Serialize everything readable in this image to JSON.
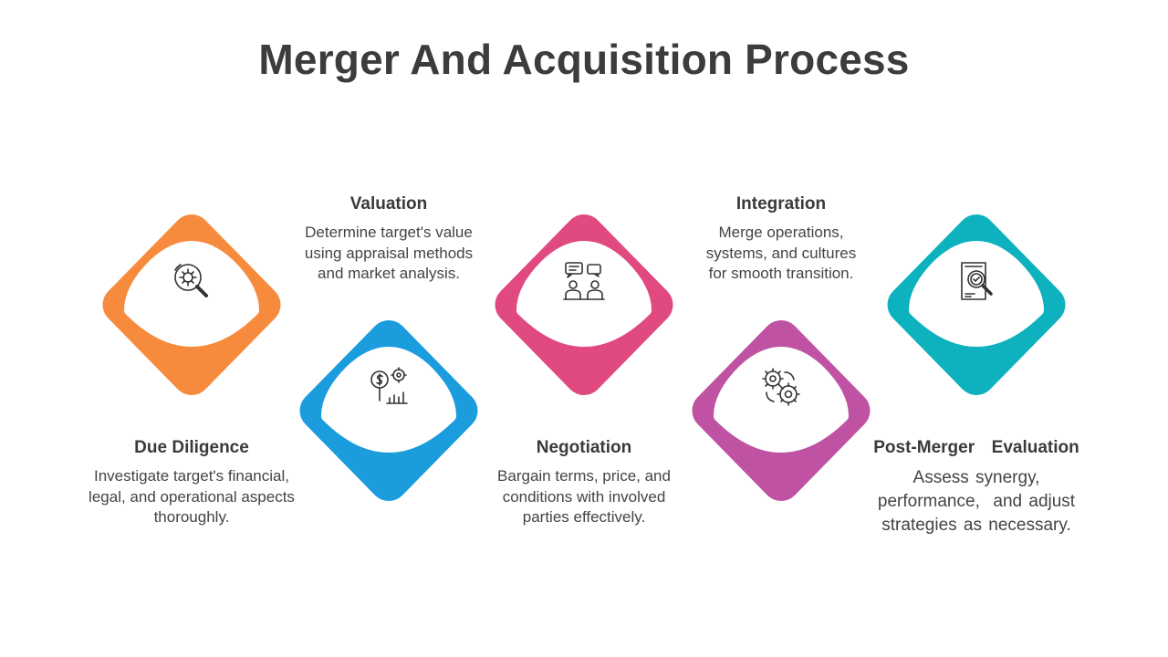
{
  "title": "Merger And Acquisition Process",
  "colors": {
    "due_diligence": "#F78B3D",
    "valuation": "#1A9CDD",
    "negotiation": "#E04A80",
    "integration": "#BF52A2",
    "post_merger": "#0DB2BE"
  },
  "steps": [
    {
      "heading": "Due Diligence",
      "desc": [
        "Investigate target's financial,",
        "legal, and operational aspects",
        "thoroughly."
      ],
      "icon": "magnifier-gear-icon"
    },
    {
      "heading": "Valuation",
      "desc": [
        "Determine target's value",
        "using appraisal methods",
        "and market analysis."
      ],
      "icon": "dollar-chart-gear-icon"
    },
    {
      "heading": "Negotiation",
      "desc": [
        "Bargain terms, price, and",
        "conditions with involved",
        "parties effectively."
      ],
      "icon": "people-chat-icon"
    },
    {
      "heading": "Integration",
      "desc": [
        "Merge operations,",
        "systems, and cultures",
        "for smooth transition."
      ],
      "icon": "gears-icon"
    },
    {
      "heading": "Post-Merger  Evaluation",
      "desc": [
        "Assess synergy,",
        "performance,  and adjust",
        "strategies as necessary."
      ],
      "icon": "document-check-icon"
    }
  ]
}
